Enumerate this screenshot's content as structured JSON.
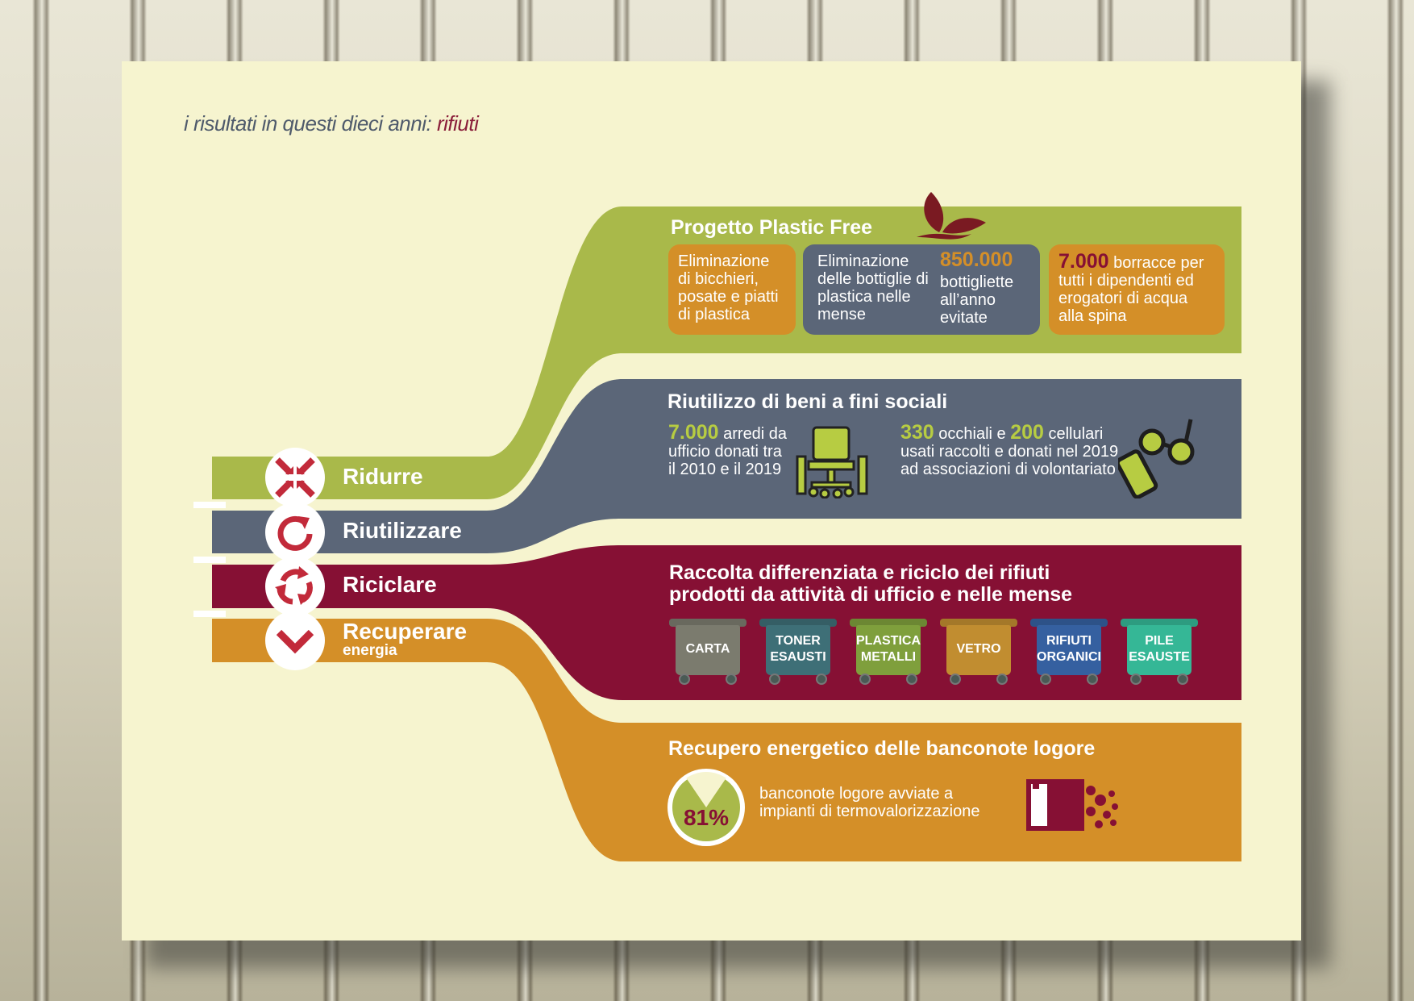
{
  "header": {
    "title_prefix": "i risultati in questi dieci anni: ",
    "title_highlight": "rifiuti"
  },
  "categories": [
    {
      "label": "Ridurre",
      "icon": "compress-arrows-icon",
      "color": "#a9b94a"
    },
    {
      "label": "Riutilizzare",
      "icon": "circular-arrow-icon",
      "color": "#5b6678"
    },
    {
      "label": "Riciclare",
      "icon": "recycle-arrows-icon",
      "color": "#861034"
    },
    {
      "label": "Recuperare",
      "sublabel": "energia",
      "icon": "chevron-down-icon",
      "color": "#d48f28"
    }
  ],
  "plastic_free": {
    "title": "Progetto Plastic Free",
    "box1": "Eliminazione di bicchieri, posate e piatti di plastica",
    "box2_text": "Eliminazione delle bottiglie di plastica nelle mense",
    "box2_number": "850.000",
    "box2_number_text": "bottigliette all’anno evitate",
    "box3_number": "7.000",
    "box3_text": " borracce per tutti i dipendenti ed erogatori di acqua alla spina"
  },
  "reuse": {
    "title": "Riutilizzo di beni a fini sociali",
    "furniture_number": "7.000",
    "furniture_text": " arredi da ufficio donati tra il 2010 e il 2019",
    "glasses_number": "330",
    "glasses_mid": " occhiali e ",
    "phones_number": "200",
    "phones_text": " cellulari usati raccolti e donati nel 2019 ad associazioni di volontariato"
  },
  "recycle": {
    "title_line1": "Raccolta differenziata e riciclo dei rifiuti",
    "title_line2": "prodotti da attività di ufficio e nelle mense",
    "bins": [
      {
        "l1": "CARTA",
        "l2": "",
        "color": "#7b7b6e"
      },
      {
        "l1": "TONER",
        "l2": "ESAUSTI",
        "color": "#3e6f77"
      },
      {
        "l1": "PLASTICA",
        "l2": "METALLI",
        "color": "#7f9f3c"
      },
      {
        "l1": "VETRO",
        "l2": "",
        "color": "#c18d30"
      },
      {
        "l1": "RIFIUTI",
        "l2": "ORGANICI",
        "color": "#3560a0"
      },
      {
        "l1": "PILE",
        "l2": "ESAUSTE",
        "color": "#35b796"
      }
    ]
  },
  "energy": {
    "title": "Recupero energetico delle banconote logore",
    "percent": "81%",
    "percent_value": 81,
    "text_line1": "banconote logore avviate a",
    "text_line2": "impianti di termovalorizzazione"
  }
}
